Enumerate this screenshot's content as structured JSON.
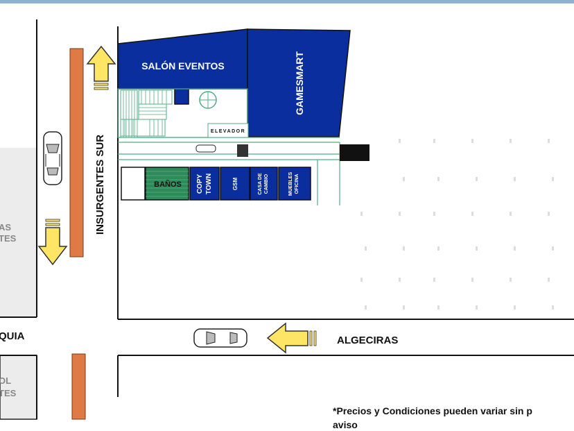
{
  "streets": {
    "main_avenue": "INSURGENTES SUR",
    "cross_street": "ALGECIRAS",
    "left_cut_street": "QUIA"
  },
  "buildings": {
    "left_block_top": [
      "AS",
      "TES"
    ],
    "left_block_bottom": [
      "OL",
      "TES"
    ]
  },
  "units": {
    "salon_eventos": "SALÓN EVENTOS",
    "gamesmart": "GAMESMART",
    "banos": "BAÑOS",
    "copy_town": [
      "COPY",
      "TOWN"
    ],
    "gsm": "GSM",
    "casa_de_cambio": [
      "CASA DE",
      "CAMBIO"
    ],
    "muebles_oficina": [
      "MUEBLES",
      "OFICINA"
    ],
    "elevador": "ELEVADOR"
  },
  "footer": {
    "note_line1": "*Precios y Condiciones pueden variar sin p",
    "note_line2": "aviso"
  },
  "colors": {
    "unit_blue": "#0b2e9e",
    "banos_green": "#2f8a5a",
    "stairs_green": "#4fae84",
    "sidewalk_orange": "#e07a45",
    "arrow_yellow": "#ffe566",
    "gray_block": "#ececec",
    "top_bar": "#8fb1d2"
  }
}
